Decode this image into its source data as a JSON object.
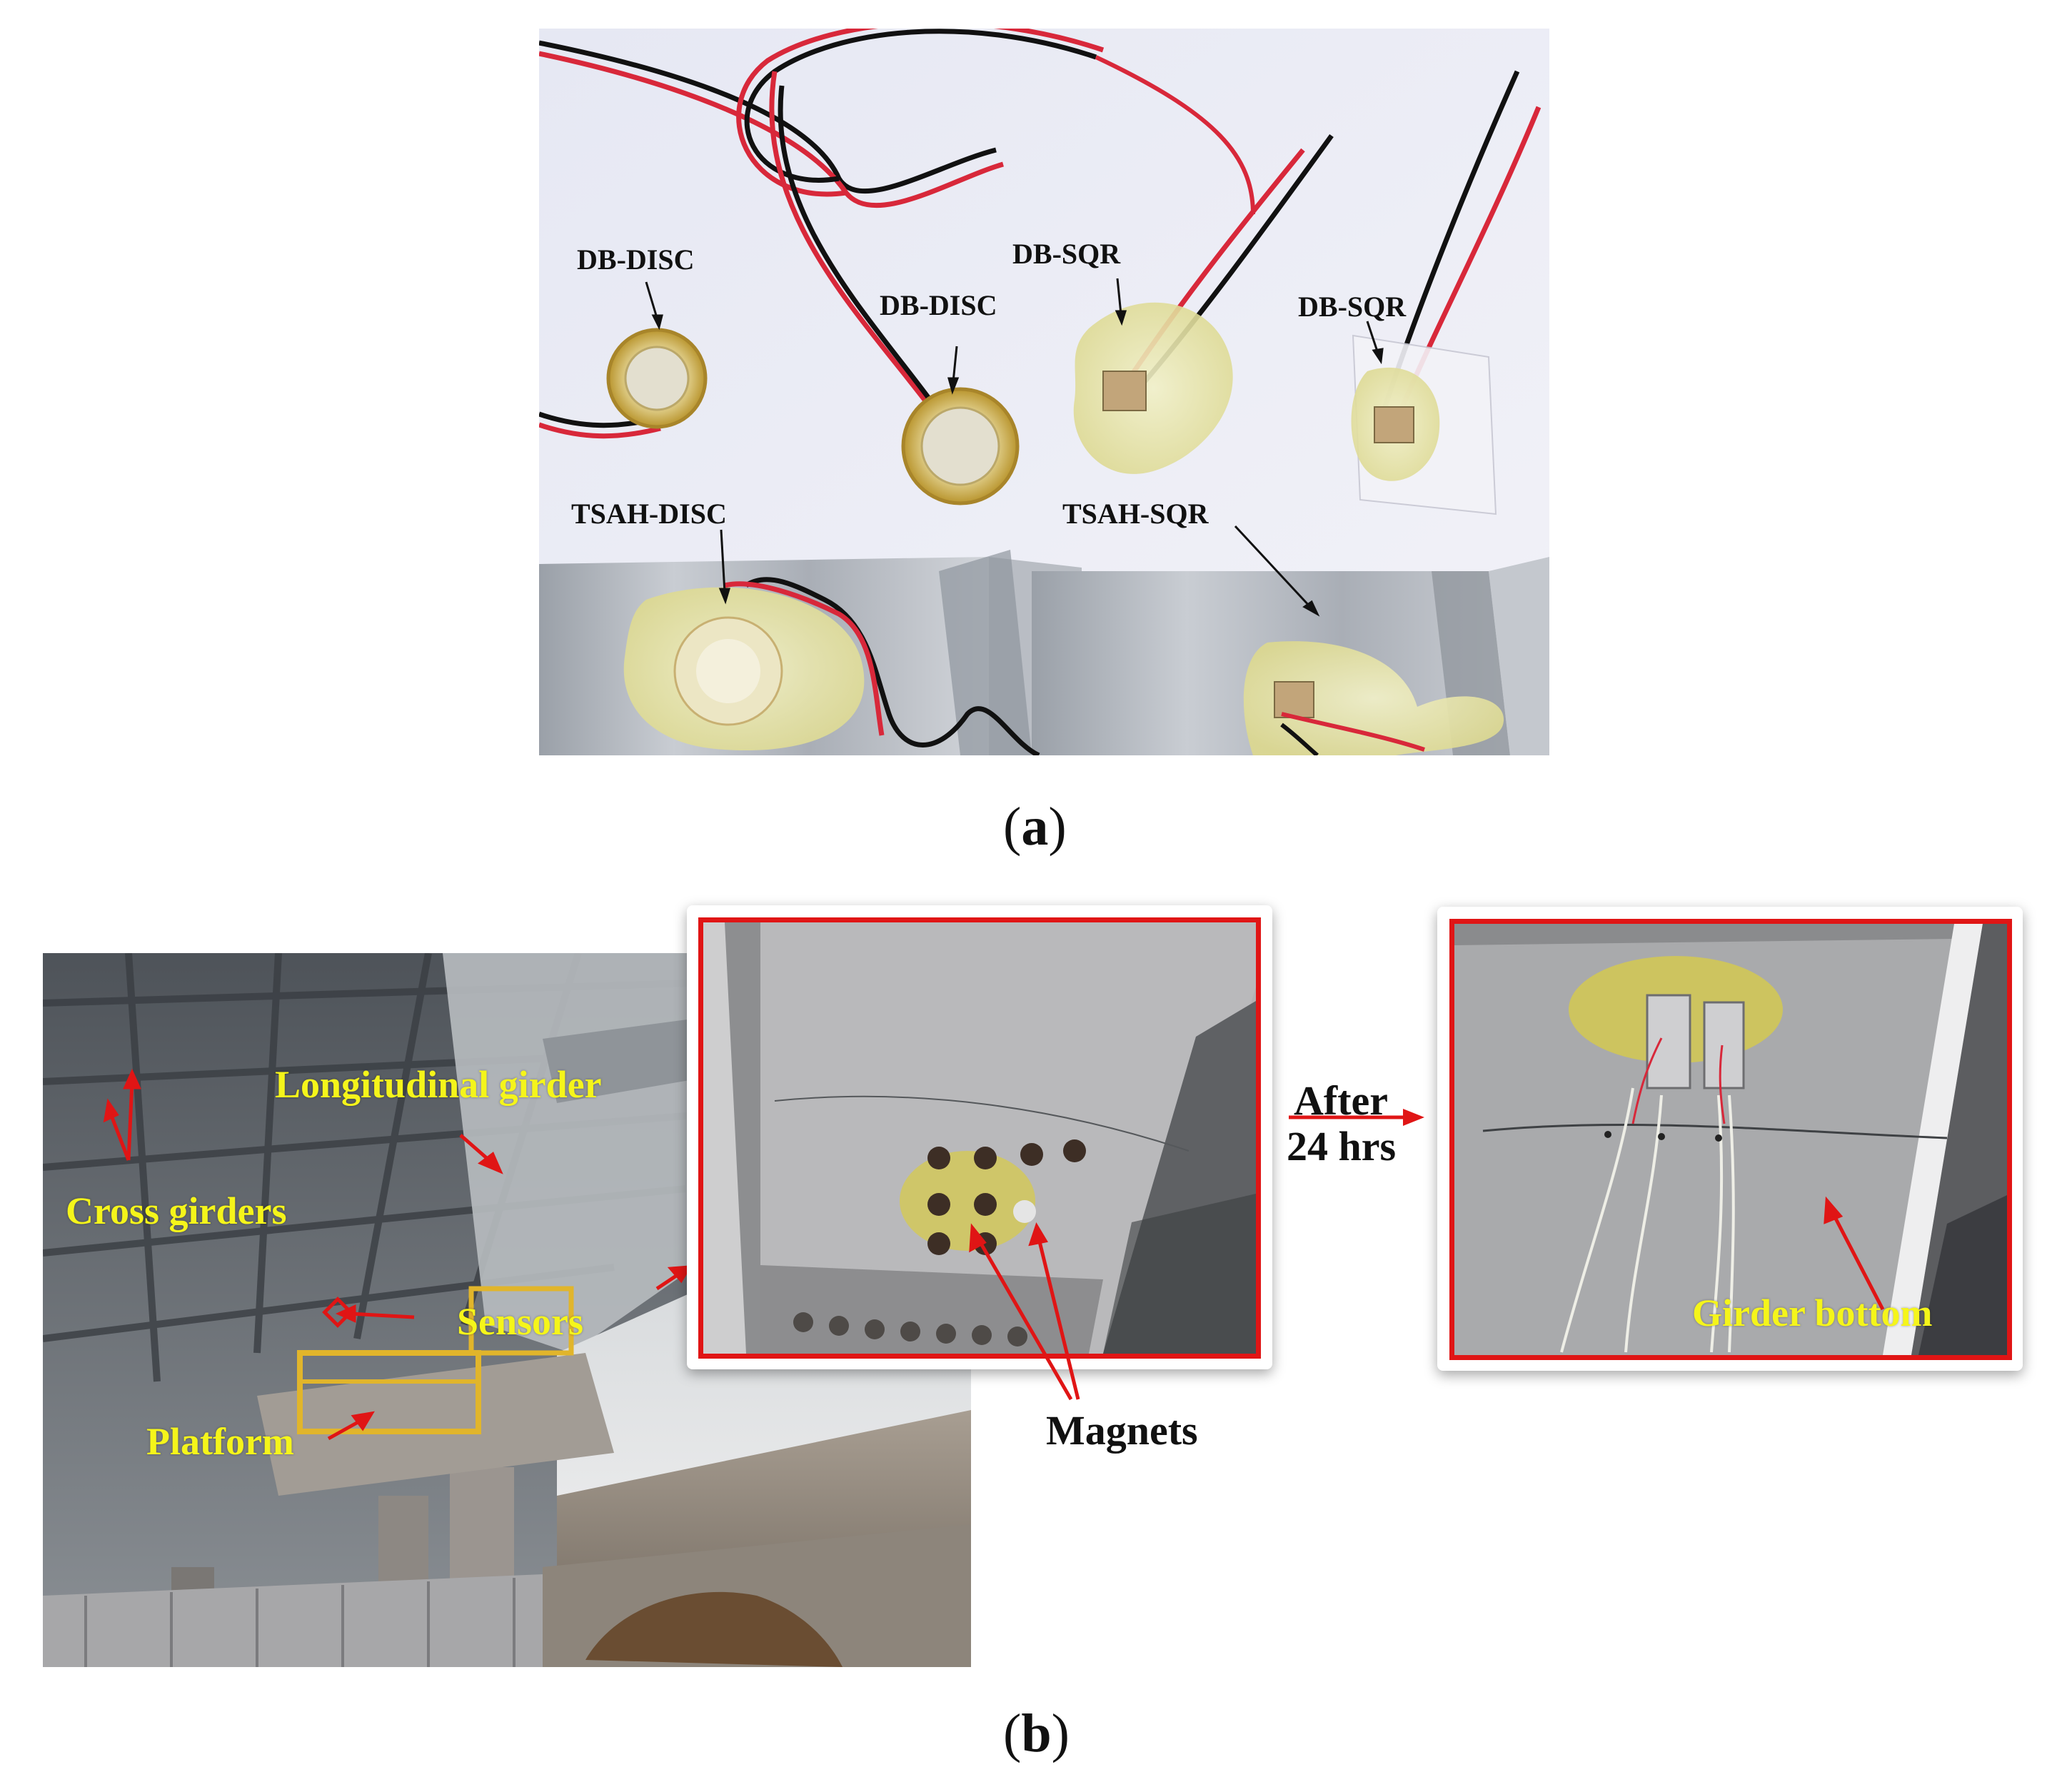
{
  "figure": {
    "panel_a": {
      "caption_letter": "a",
      "labels": {
        "db_disc_1": "DB-DISC",
        "db_disc_2": "DB-DISC",
        "db_sqr_1": "DB-SQR",
        "db_sqr_2": "DB-SQR",
        "tsah_disc": "TSAH-DISC",
        "tsah_sqr": "TSAH-SQR"
      }
    },
    "panel_b": {
      "caption_letter": "b",
      "labels": {
        "longitudinal_girder": "Longitudinal girder",
        "cross_girders": "Cross girders",
        "sensors": "Sensors",
        "platform": "Platform",
        "magnets": "Magnets",
        "after_line1": "After",
        "after_line2": "24 hrs",
        "girder_bottom": "Girder bottom"
      }
    },
    "colors": {
      "annotation_red": "#e01515",
      "label_yellow": "#f5f51a"
    }
  }
}
